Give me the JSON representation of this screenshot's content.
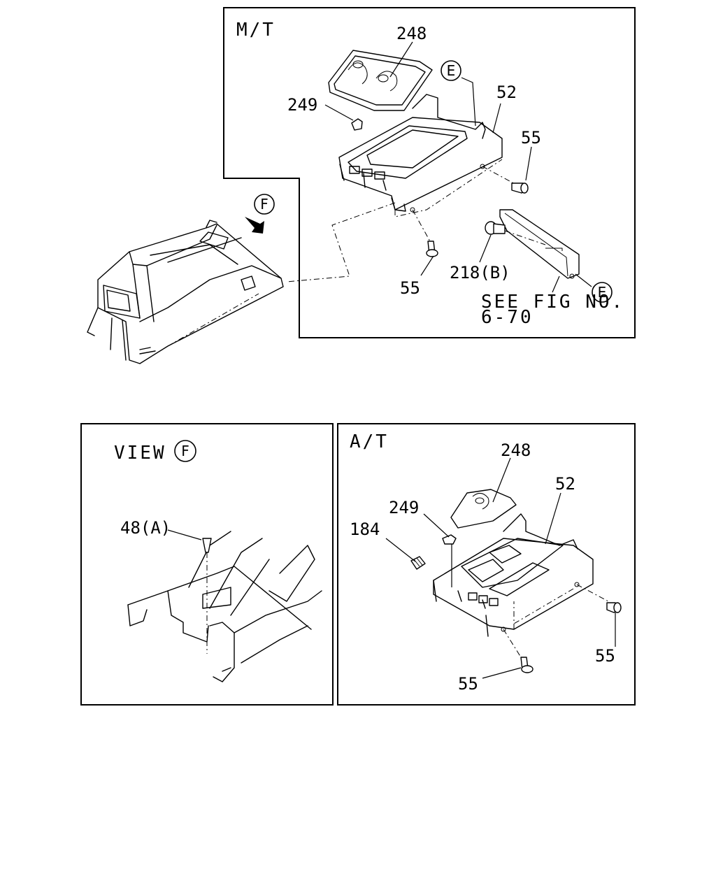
{
  "panels": {
    "mt": {
      "title": "M/T",
      "callouts": {
        "boot": "248",
        "clip": "249",
        "cover": "52",
        "bolt_right": "55",
        "bolt_bottom": "55",
        "bolt_bracket": "218(B)",
        "ref_circle_top": "E",
        "ref_circle_bottom": "E",
        "view_marker": "F"
      },
      "see_fig_line1": "SEE FIG NO.",
      "see_fig_line2": "6-70"
    },
    "view_f": {
      "title": "VIEW",
      "title_circle": "F",
      "callouts": {
        "screw": "48(A)"
      }
    },
    "at": {
      "title": "A/T",
      "callouts": {
        "boot": "248",
        "clip": "249",
        "cover": "52",
        "part_184": "184",
        "bolt_right": "55",
        "bolt_bottom": "55"
      }
    }
  }
}
